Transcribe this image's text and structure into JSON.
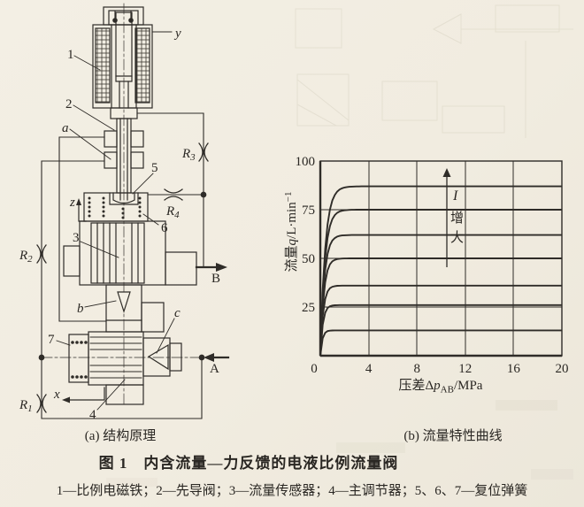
{
  "figure": {
    "caption_a": "(a) 结构原理",
    "caption_b": "(b) 流量特性曲线",
    "title": "图 1　内含流量—力反馈的电液比例流量阀",
    "legend": "1—比例电磁铁；2—先导阀；3—流量传感器；4—主调节器；5、6、7—复位弹簧"
  },
  "diagram": {
    "parts": {
      "p1": "1",
      "p2": "2",
      "p3": "3",
      "p4": "4",
      "p5": "5",
      "p6": "6",
      "p7": "7"
    },
    "points": {
      "a": "a",
      "b": "b",
      "c": "c",
      "x": "x",
      "y": "y",
      "z": "z"
    },
    "ports": {
      "A": "A",
      "B": "B"
    },
    "res": {
      "r1": {
        "base": "R",
        "sub": "1"
      },
      "r2": {
        "base": "R",
        "sub": "2"
      },
      "r3": {
        "base": "R",
        "sub": "3"
      },
      "r4": {
        "base": "R",
        "sub": "4"
      }
    }
  },
  "chart_data": {
    "type": "line",
    "title": "",
    "xlabel": "压差ΔpAB/MPa",
    "ylabel": "流量q/L·min⁻¹",
    "xlabel_parts": {
      "prefix": "压差Δ",
      "sym": "p",
      "sub": "AB",
      "suffix": "/MPa"
    },
    "ylabel_parts": {
      "prefix": "流量",
      "sym": "q",
      "unit": "/L·min",
      "sup": "−1"
    },
    "xlim": [
      0,
      20
    ],
    "ylim": [
      0,
      100
    ],
    "x_ticks": [
      0,
      4,
      8,
      12,
      16,
      20
    ],
    "y_ticks": [
      25,
      50,
      75,
      100
    ],
    "corner_zero": "0",
    "grid": true,
    "legend_position": "none",
    "curve_family_note": "flow saturation curves for increasing coil current I",
    "plateaus_L_per_min": [
      87,
      75,
      62,
      50,
      36,
      26,
      13
    ],
    "annotation": {
      "arrow": "up",
      "sym": "I",
      "text1": "增",
      "text2": "大"
    }
  }
}
